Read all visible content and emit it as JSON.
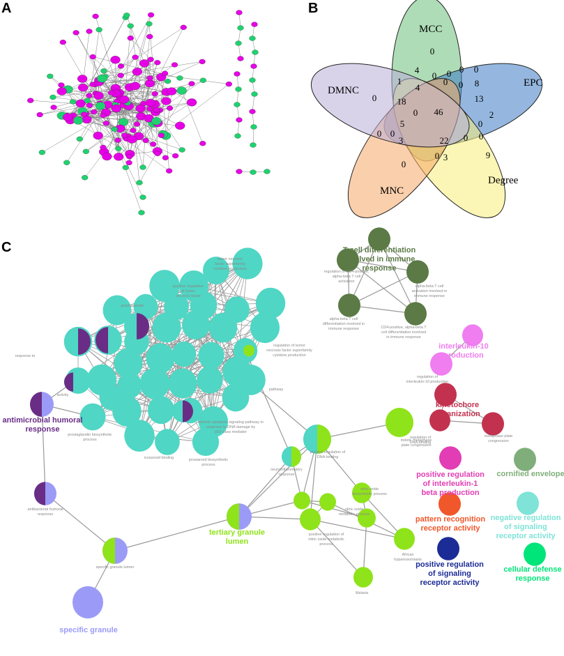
{
  "panels": {
    "a": "A",
    "b": "B",
    "c": "C"
  },
  "colors": {
    "ppi_pink": "#e600e6",
    "ppi_green": "#1fd26f",
    "venn_mcc": "#6cc07a",
    "venn_epc": "#3e7cc4",
    "venn_degree": "#f7ee7a",
    "venn_mnc": "#f6a866",
    "venn_dmnc": "#b9aed8",
    "cluster_cyan": "#4fd6c4",
    "cluster_purple": "#6a2d86",
    "cluster_lime": "#8fe31a",
    "cluster_lavender": "#9b9bf7",
    "cluster_olive": "#5b7a45",
    "cluster_magenta": "#f07ef0",
    "cluster_crimson": "#c2324f",
    "cluster_pink": "#e23db4",
    "cluster_orange": "#f0572a",
    "cluster_sage": "#7fae7a",
    "cluster_turquoise": "#7fe3d8",
    "cluster_navy": "#1c2c96",
    "cluster_spring": "#00e57a"
  },
  "venn": {
    "sets": [
      "MCC",
      "EPC",
      "Degree",
      "MNC",
      "DMNC"
    ],
    "regions": [
      "0",
      "0",
      "0",
      "4",
      "1",
      "0",
      "0",
      "8",
      "18",
      "4",
      "0",
      "0",
      "13",
      "46",
      "0",
      "5",
      "0",
      "2",
      "0",
      "0",
      "3",
      "22",
      "0",
      "0",
      "0",
      "3",
      "9",
      "0",
      "0"
    ]
  },
  "network": {
    "cluster_labels": [
      "T cell differentiation involved in immune response",
      "interleukin-10 production",
      "kinetochore organization",
      "antimicrobial humoral response",
      "positive regulation of interleukin-1 beta production",
      "cornified envelope",
      "pattern recognition receptor activity",
      "negative regulation of signaling receptor activity",
      "positive regulation of signaling receptor activity",
      "cellular defense response",
      "tertiary granule lumen",
      "specific granule"
    ],
    "node_labels": [
      "regulation of CD4-positive, alpha-beta T cell activation",
      "alpha-beta T cell activation involved in immune response",
      "alpha-beta T cell differentiation involved in immune response",
      "CD4-positive, alpha-beta T cell differentiation involved in immune response",
      "regulation of interleukin-10 production",
      "mitotic metaphase plate congression",
      "metaphase plate congression",
      "regulation of DNA binding",
      "positive regulation of DNA binding",
      "neuroinflammatory response",
      "nitric oxide biosynthetic process",
      "nitric oxide metabolic process",
      "positive regulation of nitric oxide metabolic process",
      "African trypanosomiasis",
      "Malaria",
      "antibacterial humoral response",
      "specific granule lumen",
      "prostaglandin biosynthetic process",
      "icosanoid binding",
      "prostanoid biosynthetic process",
      "intrinsic apoptotic signaling pathway in response to DNA damage by p53 class mediator",
      "regulation of tumor necrosis factor superfamily cytokine production",
      "tumor necrosis factor superfamily cytokine production",
      "positive regulation of tumor necrosis factor",
      "response to",
      "prostaglandin",
      "pathway",
      "activity"
    ]
  }
}
